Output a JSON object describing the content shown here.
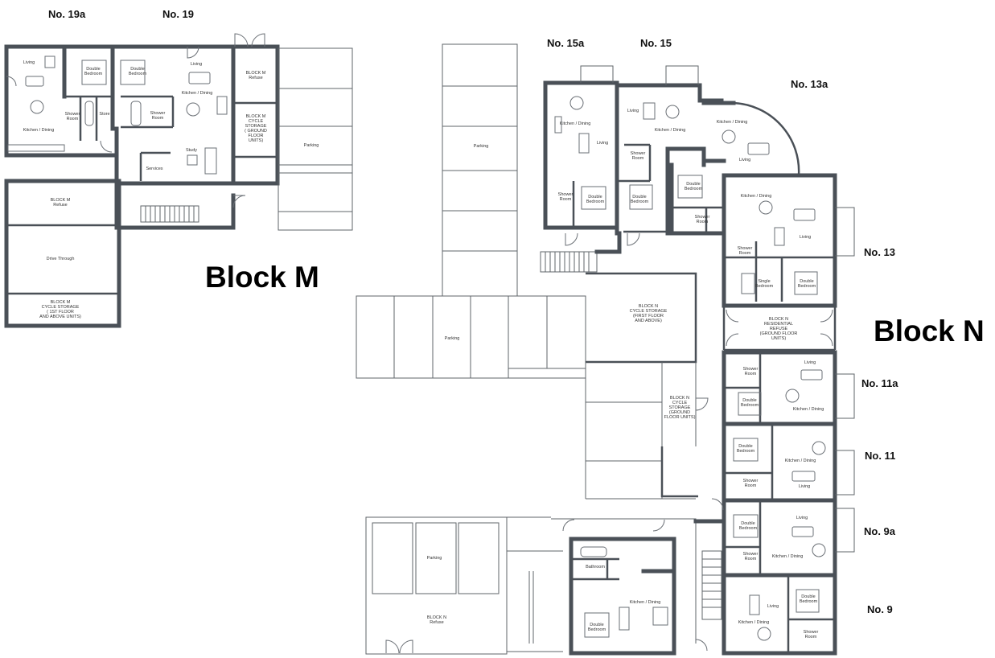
{
  "blocks": {
    "m": "Block M",
    "n": "Block N"
  },
  "units": {
    "no19a": "No. 19a",
    "no19": "No. 19",
    "no15a": "No. 15a",
    "no15": "No. 15",
    "no13a": "No. 13a",
    "no13": "No. 13",
    "no11a": "No. 11a",
    "no11": "No. 11",
    "no9a": "No. 9a",
    "no9": "No. 9"
  },
  "rooms": {
    "living": "Living",
    "kitchen_dining": "Kitchen / Dining",
    "double_bedroom": [
      "Double",
      "Bedroom"
    ],
    "single_bedroom": [
      "Single",
      "Bedroom"
    ],
    "shower_room": [
      "Shower",
      "Room"
    ],
    "bathroom": "Bathroom",
    "store": "Store",
    "study": "Study",
    "services": "Services",
    "parking": "Parking",
    "drive_through": "Drive Through",
    "block_m_refuse": [
      "BLOCK M",
      "Refuse"
    ],
    "block_m_cycle_ground": [
      "BLOCK M",
      "CYCLE",
      "STORAGE",
      "( GROUND",
      "FLOOR",
      "UNITS)"
    ],
    "block_m_cycle_upper": [
      "BLOCK M",
      "CYCLE STORAGE",
      "( 1ST FLOOR",
      "AND ABOVE UNITS)"
    ],
    "block_n_cycle_first": [
      "BLOCK N",
      "CYCLE STORAGE",
      "(FIRST FLOOR",
      "AND ABOVE)"
    ],
    "block_n_residential_refuse": [
      "BLOCK N",
      "RESIDENTIAL",
      "REFUSE",
      "(GROUND FLOOR",
      "UNITS)"
    ],
    "block_n_cycle_ground": [
      "BLOCK N",
      "CYCLE",
      "STORAGE",
      "(GROUND",
      "FLOOR UNITS)"
    ],
    "block_n_refuse": [
      "BLOCK N",
      "Refuse"
    ]
  }
}
